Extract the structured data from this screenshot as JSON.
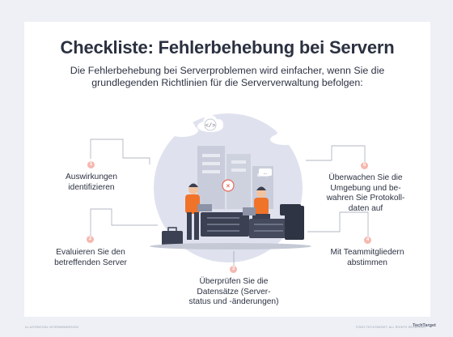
{
  "header": {
    "title": "Checkliste: Fehlerbehebung bei Servern",
    "subtitle_line1": "Die Fehlerbehebung bei Serverproblemen wird einfacher, wenn Sie die",
    "subtitle_line2": "grundlegenden Richtlinien für die Serververwaltung befolgen:"
  },
  "steps": [
    {
      "number": "1",
      "lines": [
        "Auswirkungen",
        "identifizieren"
      ]
    },
    {
      "number": "2",
      "lines": [
        "Evaluieren Sie den",
        "betreffenden Server"
      ]
    },
    {
      "number": "3",
      "lines": [
        "Überprüfen Sie die",
        "Datensätze (Server-",
        "status und -änderungen)"
      ]
    },
    {
      "number": "4",
      "lines": [
        "Mit Teammitgliedern",
        "abstimmen"
      ]
    },
    {
      "number": "5",
      "lines": [
        "Überwachen Sie die",
        "Umgebung und be-",
        "wahren Sie Protokoll-",
        "daten auf"
      ]
    }
  ],
  "footer": {
    "left": "ILLUSTRATION: INTERWEBDESIGN",
    "right": "©2022 TECHTARGET. ALL RIGHTS RESERVED.",
    "brand": "TechTarget"
  },
  "colors": {
    "background": "#eef0f6",
    "card": "#ffffff",
    "title": "#2b3140",
    "badge": "#f5b8b0",
    "shirt": "#f0732a",
    "server": "#3b4152",
    "circle": "#dfe2ee"
  }
}
